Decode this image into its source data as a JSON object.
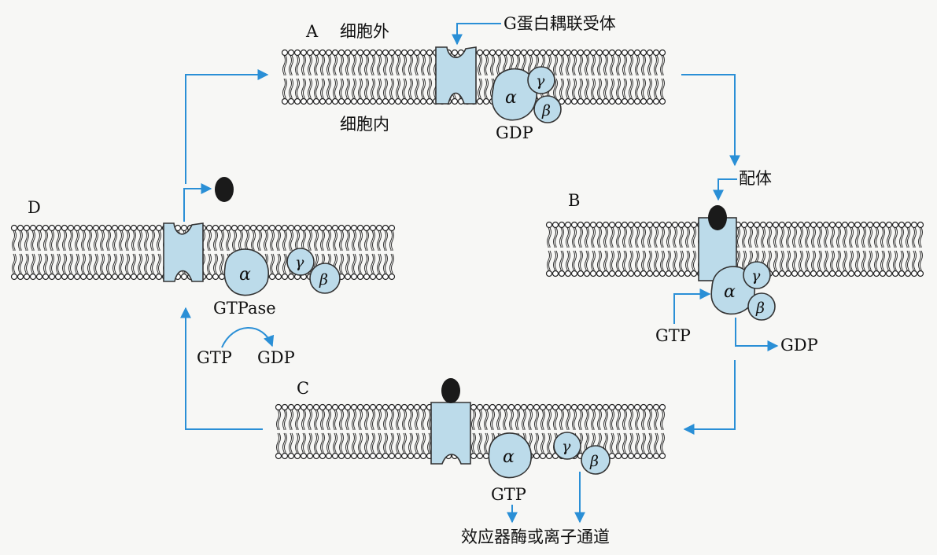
{
  "panels": {
    "A": {
      "letter": "A",
      "outside": "细胞外",
      "inside": "细胞内",
      "receptor": "G蛋白耦联受体",
      "nucleotide": "GDP"
    },
    "B": {
      "letter": "B",
      "ligand": "配体",
      "gtp": "GTP",
      "gdp": "GDP"
    },
    "C": {
      "letter": "C",
      "gtp": "GTP",
      "effector": "效应器酶或离子通道"
    },
    "D": {
      "letter": "D",
      "gtpase": "GTPase",
      "gtp": "GTP",
      "gdp": "GDP"
    }
  },
  "subunits": {
    "alpha": "α",
    "beta": "β",
    "gamma": "γ"
  },
  "colors": {
    "protein": "#bcdbea",
    "arrow": "#2a8fd6",
    "ligand": "#1a1a1a",
    "lipid": "#222222"
  }
}
